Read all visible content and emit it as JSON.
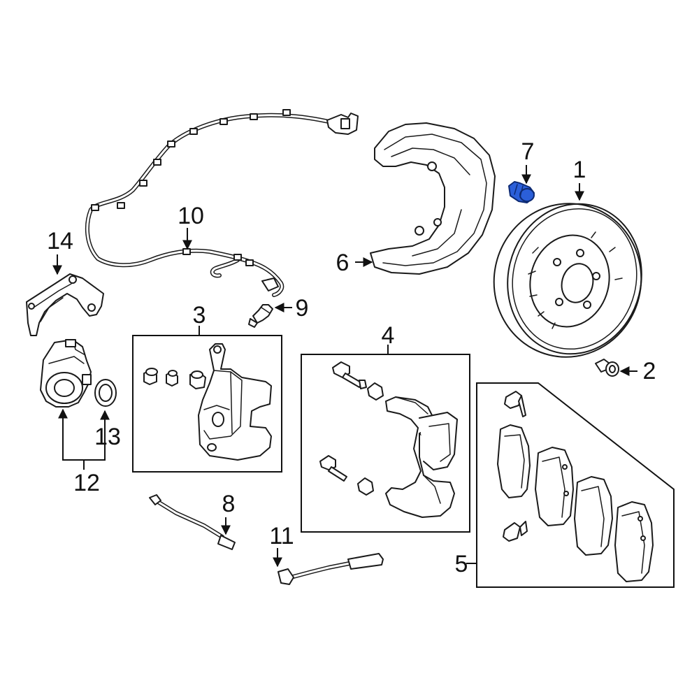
{
  "callouts": {
    "c1": "1",
    "c2": "2",
    "c3": "3",
    "c4": "4",
    "c5": "5",
    "c6": "6",
    "c7": "7",
    "c8": "8",
    "c9": "9",
    "c10": "10",
    "c11": "11",
    "c12": "12",
    "c13": "13",
    "c14": "14"
  },
  "colors": {
    "line": "#1a1a1a",
    "highlight": "#2b5fd9",
    "background": "#ffffff"
  },
  "highlighted_part": "7"
}
